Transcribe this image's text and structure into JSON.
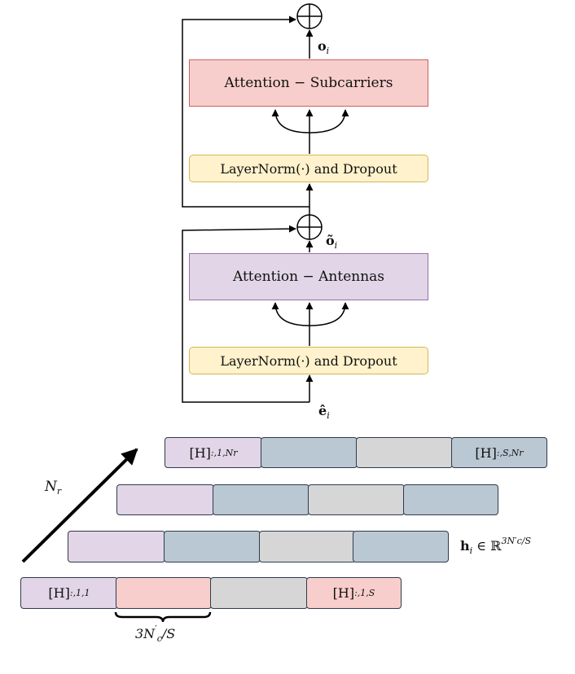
{
  "blocks": {
    "attention_subcarriers": "Attention − Subcarriers",
    "layernorm_top": "LayerNorm(·) and Dropout",
    "attention_antennas": "Attention − Antennas",
    "layernorm_bottom": "LayerNorm(·) and Dropout"
  },
  "labels": {
    "o_i": {
      "base": "o",
      "sub": "i"
    },
    "o_tilde_i": {
      "base": "õ",
      "sub": "i"
    },
    "e_hat_i": {
      "base": "ê",
      "sub": "i"
    },
    "N_r": {
      "base": "N",
      "sub": "r"
    },
    "h_i": {
      "base": "h",
      "sub": "i",
      "rel": " ∈ ℝ",
      "sup": "3N′c/S"
    },
    "brace": {
      "prefix": "3N",
      "prime": "′",
      "sub": "c",
      "suffix": "/S"
    }
  },
  "segments": {
    "top_first": {
      "base": "[H]",
      "sub": ":,1,Nr"
    },
    "top_last": {
      "base": "[H]",
      "sub": ":,S,Nr"
    },
    "bottom_first": {
      "base": "[H]",
      "sub": ":,1,1"
    },
    "bottom_last": {
      "base": "[H]",
      "sub": ":,1,S"
    }
  },
  "colors": {
    "red_fill": "#f8cecc",
    "purple_fill": "#e1d5e7",
    "yellow_fill": "#fff2cc",
    "blue_fill": "#bac8d3",
    "gray_fill": "#d6d6d6"
  }
}
